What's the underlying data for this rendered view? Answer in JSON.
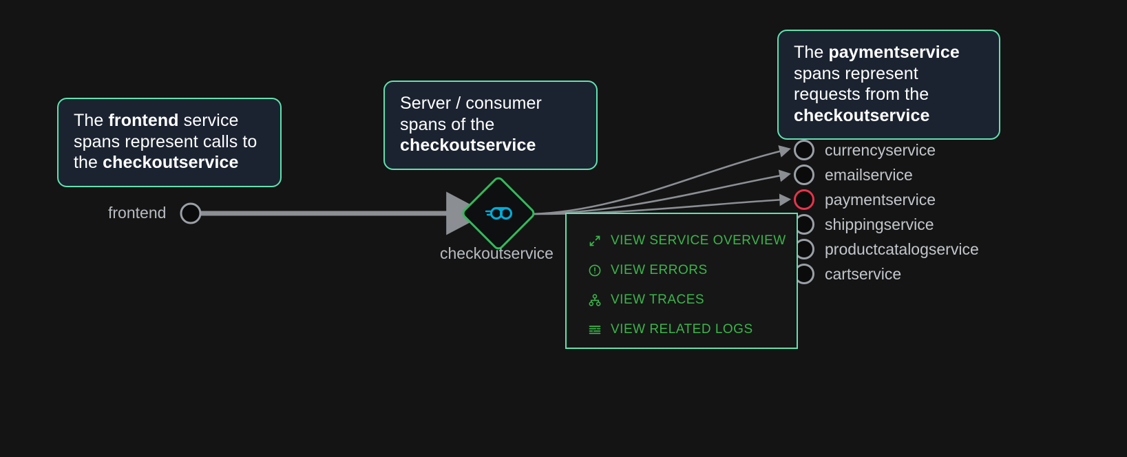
{
  "colors": {
    "background": "#141414",
    "callout_bg": "#1b2330",
    "callout_border": "#5fe3b0",
    "menu_bg": "#161616",
    "menu_border": "#5fe3b0",
    "menu_text": "#3bb54a",
    "edge": "#8b8e93",
    "node_ring": "#9aa0a6",
    "error_ring": "#e8334a",
    "checkout_ring": "#2ebd59",
    "go_logo": "#00acd7",
    "label_text": "#c2c6cb"
  },
  "callouts": [
    {
      "id": "frontend",
      "parts": [
        {
          "text": "The ",
          "bold": false
        },
        {
          "text": "frontend",
          "bold": true
        },
        {
          "text": " service spans represent calls to the ",
          "bold": false
        },
        {
          "text": "checkoutservice",
          "bold": true
        }
      ]
    },
    {
      "id": "checkoutservice",
      "parts": [
        {
          "text": "Server / consumer spans of the ",
          "bold": false
        },
        {
          "text": "checkoutservice",
          "bold": true
        }
      ]
    },
    {
      "id": "paymentservice",
      "parts": [
        {
          "text": "The ",
          "bold": false
        },
        {
          "text": "paymentservice",
          "bold": true
        },
        {
          "text": " spans represent requests from the ",
          "bold": false
        },
        {
          "text": "checkoutservice",
          "bold": true
        }
      ]
    }
  ],
  "graph": {
    "source_node": {
      "label": "frontend",
      "shape": "circle",
      "status": "normal"
    },
    "center_node": {
      "label": "checkoutservice",
      "shape": "diamond",
      "status": "selected",
      "icon": "go-logo-icon"
    },
    "downstream": [
      {
        "label": "currencyservice",
        "status": "normal",
        "has_edge": true
      },
      {
        "label": "emailservice",
        "status": "normal",
        "has_edge": true
      },
      {
        "label": "paymentservice",
        "status": "error",
        "has_edge": true
      },
      {
        "label": "shippingservice",
        "status": "normal",
        "has_edge": false
      },
      {
        "label": "productcatalogservice",
        "status": "normal",
        "has_edge": false
      },
      {
        "label": "cartservice",
        "status": "normal",
        "has_edge": false
      }
    ]
  },
  "context_menu": {
    "items": [
      {
        "label": "VIEW SERVICE OVERVIEW",
        "icon": "expand-diagonal-icon"
      },
      {
        "label": "VIEW ERRORS",
        "icon": "exclamation-circle-icon"
      },
      {
        "label": "VIEW TRACES",
        "icon": "sitemap-icon"
      },
      {
        "label": "VIEW RELATED LOGS",
        "icon": "logs-lines-icon"
      }
    ]
  }
}
